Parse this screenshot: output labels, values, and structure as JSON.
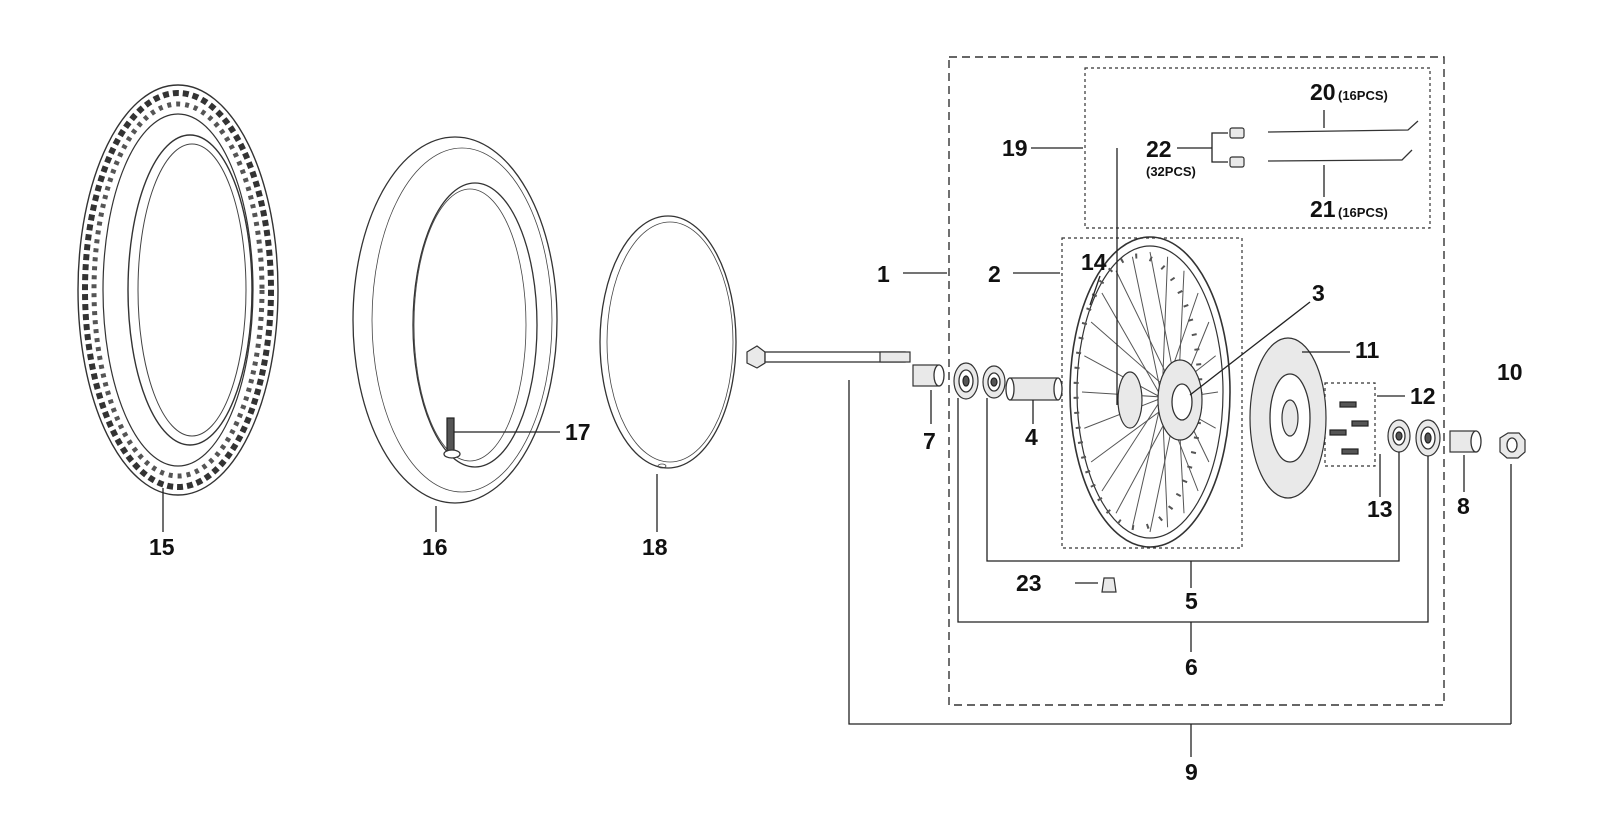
{
  "diagram": {
    "callouts": [
      {
        "id": "1",
        "label": "1",
        "qty": ""
      },
      {
        "id": "2",
        "label": "2",
        "qty": ""
      },
      {
        "id": "3",
        "label": "3",
        "qty": ""
      },
      {
        "id": "4",
        "label": "4",
        "qty": ""
      },
      {
        "id": "5",
        "label": "5",
        "qty": ""
      },
      {
        "id": "6",
        "label": "6",
        "qty": ""
      },
      {
        "id": "7",
        "label": "7",
        "qty": ""
      },
      {
        "id": "8",
        "label": "8",
        "qty": ""
      },
      {
        "id": "9",
        "label": "9",
        "qty": ""
      },
      {
        "id": "10",
        "label": "10",
        "qty": ""
      },
      {
        "id": "11",
        "label": "11",
        "qty": ""
      },
      {
        "id": "12",
        "label": "12",
        "qty": ""
      },
      {
        "id": "13",
        "label": "13",
        "qty": ""
      },
      {
        "id": "14",
        "label": "14",
        "qty": ""
      },
      {
        "id": "15",
        "label": "15",
        "qty": ""
      },
      {
        "id": "16",
        "label": "16",
        "qty": ""
      },
      {
        "id": "17",
        "label": "17",
        "qty": ""
      },
      {
        "id": "18",
        "label": "18",
        "qty": ""
      },
      {
        "id": "19",
        "label": "19",
        "qty": ""
      },
      {
        "id": "20",
        "label": "20",
        "qty": "(16PCS)"
      },
      {
        "id": "21",
        "label": "21",
        "qty": "(16PCS)"
      },
      {
        "id": "22",
        "label": "22",
        "qty": "(32PCS)"
      },
      {
        "id": "23",
        "label": "23",
        "qty": ""
      }
    ],
    "parts": [
      {
        "name": "tire-icon"
      },
      {
        "name": "inner-tube-icon"
      },
      {
        "name": "valve-icon"
      },
      {
        "name": "rim-band-icon"
      },
      {
        "name": "axle-icon"
      },
      {
        "name": "spacer-icon"
      },
      {
        "name": "bearing-icon"
      },
      {
        "name": "hub-collar-icon"
      },
      {
        "name": "wheel-icon"
      },
      {
        "name": "brake-disc-icon"
      },
      {
        "name": "bolt-icon"
      },
      {
        "name": "axle-nut-icon"
      },
      {
        "name": "spoke-icon"
      },
      {
        "name": "nipple-icon"
      },
      {
        "name": "rim-plug-icon"
      }
    ]
  }
}
